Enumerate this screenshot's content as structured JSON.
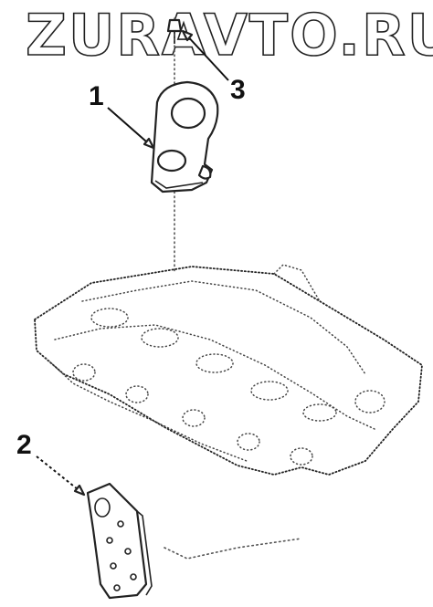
{
  "watermark": {
    "text": "ZURAVTO.RU"
  },
  "callouts": [
    {
      "label": "1"
    },
    {
      "label": "2"
    },
    {
      "label": "3"
    }
  ],
  "colors": {
    "ink": "#222222",
    "paper": "#ffffff"
  }
}
